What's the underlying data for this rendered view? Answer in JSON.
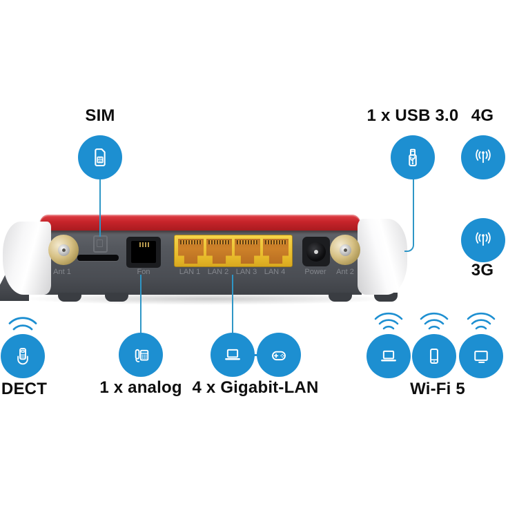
{
  "top": {
    "sim_label": "SIM",
    "usb_label": "1 x USB 3.0",
    "g4_label": "4G"
  },
  "right": {
    "g3_label": "3G"
  },
  "bottom": {
    "dect_label": "DECT",
    "analog_label": "1 x analog",
    "gigabit_label": "4 x Gigabit-LAN",
    "wifi_label": "Wi-Fi 5"
  },
  "router": {
    "ports": {
      "ant1": "Ant 1",
      "fon": "Fon",
      "lan1": "LAN 1",
      "lan2": "LAN 2",
      "lan3": "LAN 3",
      "lan4": "LAN 4",
      "power": "Power",
      "ant2": "Ant 2"
    }
  },
  "icons": {
    "sim": "sim-card-icon",
    "usb": "usb-stick-icon",
    "g4": "mobile-antenna-icon",
    "g3": "mobile-antenna-icon",
    "dect": "cordless-phone-icon",
    "analog": "desk-phone-icon",
    "gigabit": [
      "laptop-icon",
      "gamepad-icon"
    ],
    "wifi": [
      "laptop-icon",
      "smartphone-icon",
      "tv-icon"
    ]
  },
  "colors": {
    "accent_blue": "#1d8fd1",
    "callout_line": "#2e96c6",
    "router_red": "#c4232a",
    "router_gray": "#55585e",
    "lan_yellow": "#eec335",
    "lan_port_orange": "#cd8129",
    "connector_gold": "#cbb36a",
    "port_label_gray": "#84878d",
    "text_black": "#0e0e0e",
    "background": "#ffffff"
  }
}
